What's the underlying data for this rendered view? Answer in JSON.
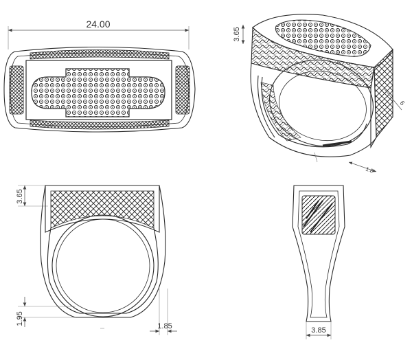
{
  "dimensions": {
    "top_width": "24.00",
    "front_height": "3.65",
    "front_bottom_height": "1.95",
    "front_bottom_width": "1.85",
    "side_bottom_width": "3.85",
    "iso_height": "3.65",
    "iso_depth_a": "6",
    "iso_depth_b": "1.8"
  },
  "colors": {
    "line": "#2a2a2a",
    "dim": "#555555",
    "text": "#333333"
  }
}
